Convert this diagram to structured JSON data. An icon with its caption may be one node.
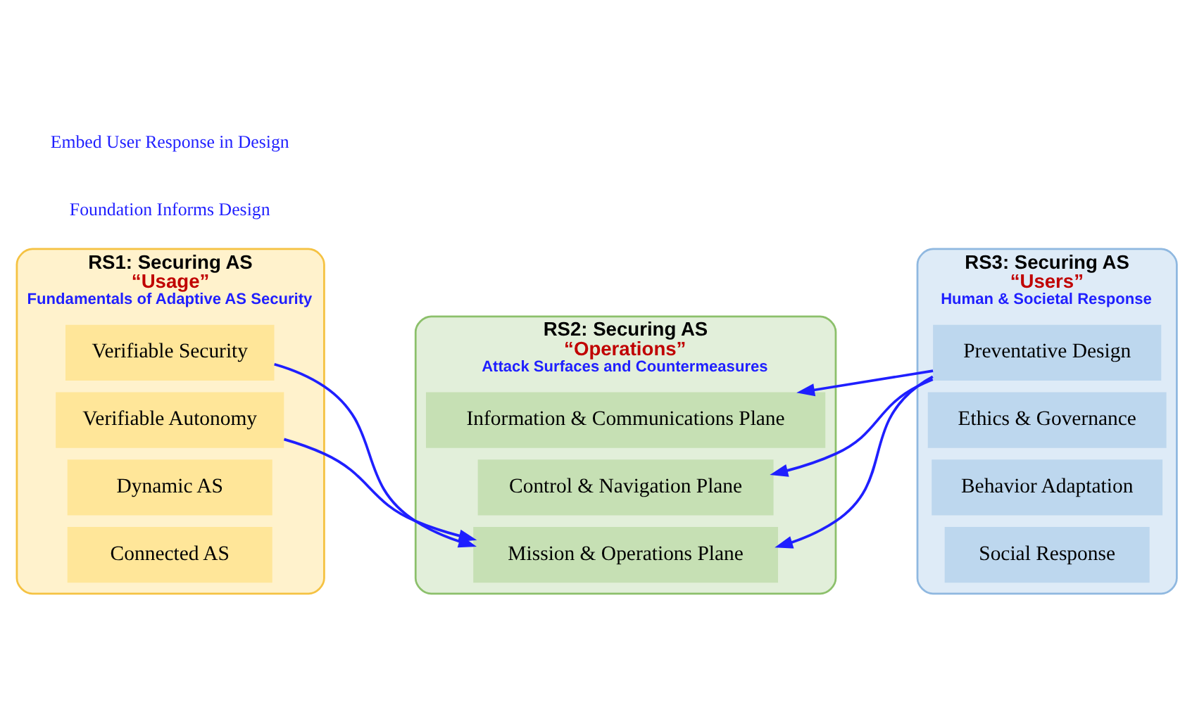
{
  "diagram": {
    "nodes": [
      {
        "text": [
          "RS1: Securing AS",
          "“Usage”",
          "Fundamentals of Adaptive AS Security"
        ]
      },
      {
        "text": [
          "Connected AS"
        ],
        "in": 0
      },
      {
        "text": [
          "Dynamic AS"
        ],
        "in": 0
      },
      {
        "text": [
          "Verifiable Autonomy"
        ],
        "in": 0
      },
      {
        "text": [
          "Verifiable Security"
        ],
        "in": 0
      },
      {
        "text": [
          "RS2: Securing AS",
          "“Operations”",
          "Attack Surfaces and Countermeasures"
        ]
      },
      {
        "text": [
          "Mission & Operations Plane"
        ],
        "in": 5
      },
      {
        "text": [
          "Control & Navigation Plane"
        ],
        "in": 5
      },
      {
        "text": [
          "Information & Communications Plane"
        ],
        "in": 5
      },
      {
        "text": [
          "RS3: Securing AS",
          "“Users”",
          "Human & Societal Response"
        ]
      },
      {
        "text": [
          "Social Response"
        ],
        "in": 9
      },
      {
        "text": [
          "Behavior Adaptation"
        ],
        "in": 9
      },
      {
        "text": [
          "Ethics & Governance"
        ],
        "in": 9
      },
      {
        "text": [
          "Preventative Design"
        ],
        "in": 9
      }
    ],
    "edges": [
      {
        "from": 3,
        "to": 6,
        "arrow": "to"
      },
      {
        "from": 4,
        "to": 6,
        "arrow": "to"
      },
      {
        "from": 13,
        "to": 6,
        "arrow": "to"
      },
      {
        "from": 13,
        "to": 7,
        "arrow": "to"
      },
      {
        "from": 13,
        "to": 8,
        "arrow": "to"
      }
    ],
    "labels": [
      "Foundation Informs Design",
      "Embed User Response in Design"
    ]
  }
}
